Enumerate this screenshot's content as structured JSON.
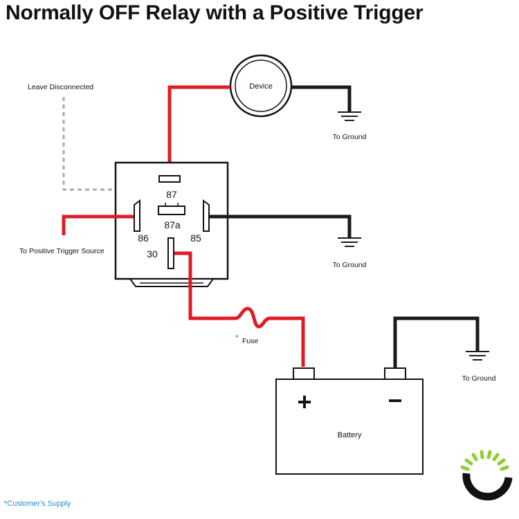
{
  "title": "Normally OFF Relay with a Positive Trigger",
  "labels": {
    "leave_disconnected": "Leave Disconnected",
    "device": "Device",
    "to_ground_device": "To Ground",
    "pin_87": "87",
    "pin_87a": "87a",
    "pin_86": "86",
    "pin_85": "85",
    "pin_30": "30",
    "to_positive_trigger": "To Positive Trigger Source",
    "to_ground_relay": "To Ground",
    "fuse_star": "*",
    "fuse": "Fuse",
    "battery": "Battery",
    "battery_plus": "+",
    "battery_minus": "−",
    "to_ground_battery": "To Ground",
    "customers_supply": "*Customer's Supply"
  },
  "colors": {
    "positive_wire": "#e01b24",
    "ground_wire": "#1a1a1a",
    "disconnected_wire": "#a9a9a9",
    "note_blue": "#1f8fd0",
    "logo_green": "#8ccf2f",
    "logo_black": "#111111"
  }
}
